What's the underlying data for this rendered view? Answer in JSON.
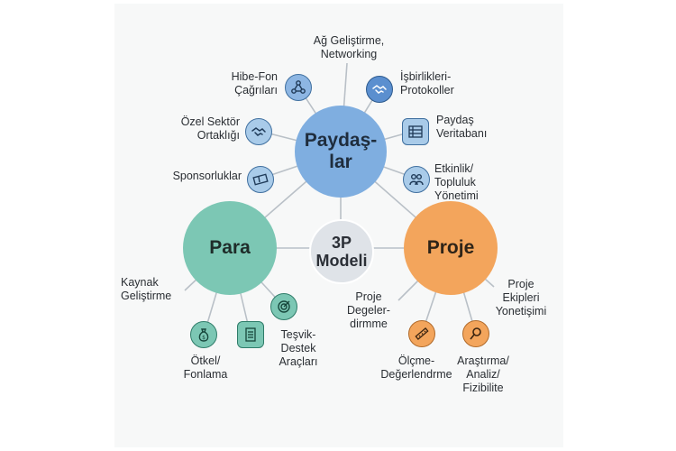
{
  "hubs": {
    "center": {
      "label": "3P\nModeli",
      "color": "#dfe3e8",
      "text_color": "#2b2f36"
    },
    "paydaslar": {
      "label": "Paydaş-\nlar",
      "color": "#7faee0",
      "text_color": "#1f2d3d"
    },
    "para": {
      "label": "Para",
      "color": "#7cc7b4",
      "text_color": "#1f2d2a"
    },
    "proje": {
      "label": "Proje",
      "color": "#f3a55c",
      "text_color": "#2e2418"
    }
  },
  "paydaslar_items": [
    {
      "label": "Ağ Geliştirme,\nNetworking",
      "icon": "none"
    },
    {
      "label": "Hibe-Fon\nÇağrıları",
      "icon": "network-nodes-icon"
    },
    {
      "label": "İşbirlikleri-\nProtokoller",
      "icon": "handshake-icon"
    },
    {
      "label": "Özel Sektör\nOrtaklığı",
      "icon": "handshake-icon"
    },
    {
      "label": "Paydaş\nVeritabanı",
      "icon": "database-table-icon"
    },
    {
      "label": "Sponsorluklar",
      "icon": "ticket-icon"
    },
    {
      "label": "Etkinlik/\nTopluluk\nYönetimi",
      "icon": "people-icon"
    }
  ],
  "para_items": [
    {
      "label": "Kaynak\nGeliştirme",
      "icon": "none"
    },
    {
      "label": "Ötkel/\nFonlama",
      "icon": "money-bag-icon"
    },
    {
      "label": "Teşvik-\nDestek\nAraçları",
      "icon": "document-icon"
    },
    {
      "label": "",
      "icon": "target-icon"
    }
  ],
  "proje_items": [
    {
      "label": "Proje\nDegeler-\ndirmme",
      "icon": "none"
    },
    {
      "label": "Proje\nEkipleri\nYonetişimi",
      "icon": "none"
    },
    {
      "label": "Ölçme-\nDeğerlendrme",
      "icon": "ruler-icon"
    },
    {
      "label": "Araştırma/\nAnaliz/\nFizibilite",
      "icon": "magnifier-icon"
    }
  ],
  "colors": {
    "connector": "#b9c0c7",
    "paydaslar_icon_bg": "#8db6e3",
    "para_icon_bg": "#7cc7b4",
    "proje_icon_bg": "#f3a55c"
  }
}
